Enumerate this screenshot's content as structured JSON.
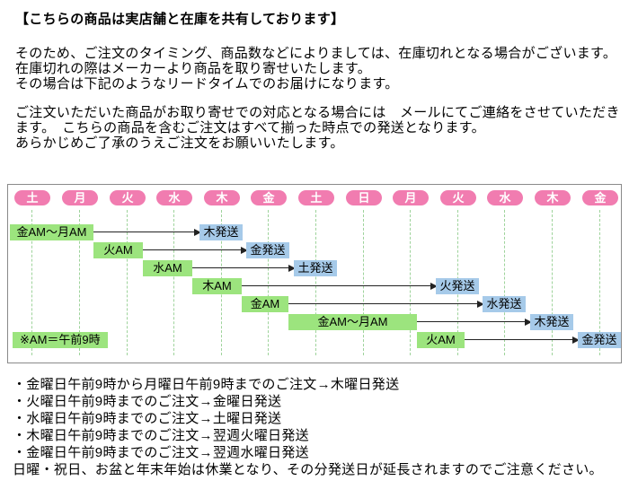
{
  "notice": {
    "title": "【こちらの商品は実店舗と在庫を共有しております】",
    "p1": [
      "そのため、ご注文のタイミング、商品数などによりましては、在庫切れとなる場合がございます。",
      "在庫切れの際はメーカーより商品を取り寄せいたします。",
      "その場合は下記のようなリードタイムでのお届けになります。"
    ],
    "p2": "ご注文いただいた商品がお取り寄せでの対応となる場合には　メールにてご連絡をさせていただきます。　こちらの商品を含むご注文はすべて揃った時点での発送となります。",
    "p3": "あらかじめご了承のうえご注文をお願いいたします。"
  },
  "diagram": {
    "days": [
      "土",
      "月",
      "火",
      "水",
      "木",
      "金",
      "土",
      "日",
      "月",
      "火",
      "水",
      "木",
      "金"
    ],
    "rows": [
      {
        "order": "金AM〜月AM",
        "ship": "木発送"
      },
      {
        "order": "火AM",
        "ship": "金発送"
      },
      {
        "order": "水AM",
        "ship": "土発送"
      },
      {
        "order": "木AM",
        "ship": "火発送"
      },
      {
        "order": "金AM",
        "ship": "水発送"
      },
      {
        "order": "金AM〜月AM",
        "ship": "木発送"
      },
      {
        "order": "火AM",
        "ship": "金発送"
      }
    ],
    "note": "※AM＝午前9時",
    "colors": {
      "day_pill": "#f17cb0",
      "order_box": "#9ce47e",
      "ship_box": "#a6cae9",
      "divider": "#9ed39b"
    }
  },
  "legend": {
    "items": [
      "・金曜日午前9時から月曜日午前9時までのご注文→木曜日発送",
      "・火曜日午前9時までのご注文→金曜日発送",
      "・水曜日午前9時までのご注文→土曜日発送",
      "・木曜日午前9時までのご注文→翌週火曜日発送",
      "・金曜日午前9時までのご注文→翌週水曜日発送"
    ],
    "footer": "日曜・祝日、お盆と年末年始は休業となり、その分発送日が延長されますのでご注意ください。"
  }
}
